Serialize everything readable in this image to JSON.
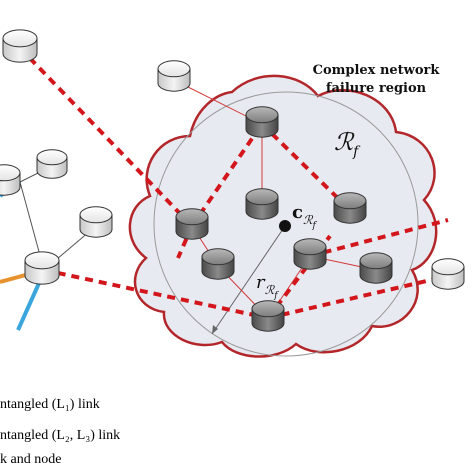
{
  "title": {
    "line1": "Complex network",
    "line2": "failure region"
  },
  "labels": {
    "region": "ℛ",
    "region_sub": "f",
    "center": "c",
    "center_sub": "ℛ",
    "center_subsub": "f",
    "radius": "r",
    "radius_sub": "ℛ",
    "radius_subsub": "f"
  },
  "legend": {
    "line1": "ntangled (L₁) link",
    "line2": "ntangled (L₂, L₃) link",
    "line3": "k and node"
  },
  "colors": {
    "failure_link": "#d3161b",
    "region_border": "#b3262a",
    "region_fill": "#e6e9f0",
    "l1_link": "#3aa6dc",
    "l2_link": "#e8922f",
    "plain_link": "#555555",
    "failed_thin_link": "#d43a3a"
  }
}
